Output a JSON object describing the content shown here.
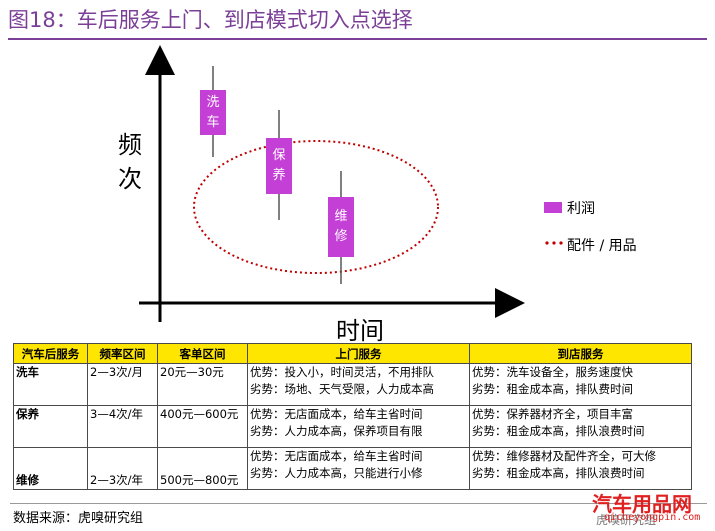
{
  "title": "图18：车后服务上门、到店模式切入点选择",
  "colors": {
    "accent": "#7b3f98",
    "bar": "#c43fd6",
    "ellipse": "#c00000",
    "header_bg": "#ffe600",
    "watermark": "#e02020"
  },
  "diagram": {
    "y_label": "频次",
    "x_label": "时间",
    "bars": [
      {
        "label_lines": [
          "洗",
          "车"
        ]
      },
      {
        "label_lines": [
          "保",
          "养"
        ]
      },
      {
        "label_lines": [
          "维",
          "修"
        ]
      }
    ],
    "legend": [
      {
        "marker": "purple-square",
        "text": "利润"
      },
      {
        "marker": "red-dots",
        "text": "配件 / 用品"
      }
    ]
  },
  "table": {
    "headers": [
      "汽车后服务",
      "频率区间",
      "客单区间",
      "上门服务",
      "到店服务"
    ],
    "rows": [
      {
        "service": "洗车",
        "frequency": "2—3次/月",
        "price": "20元—30元",
        "onsite": [
          "优势：投入小，时间灵活，不用排队",
          "劣势：场地、天气受限，人力成本高"
        ],
        "instore": [
          "优势：洗车设备全，服务速度快",
          "劣势：租金成本高，排队费时间"
        ]
      },
      {
        "service": "保养",
        "frequency": "3—4次/年",
        "price": "400元—600元",
        "onsite": [
          "优势：无店面成本，给车主省时间",
          "劣势：人力成本高，保养项目有限"
        ],
        "instore": [
          "优势：保养器材齐全，项目丰富",
          "劣势：租金成本高，排队浪费时间"
        ]
      },
      {
        "service": "维修",
        "frequency": "2—3次/年",
        "price": "500元—800元",
        "onsite": [
          "优势：无店面成本，给车主省时间",
          "劣势：人力成本高，只能进行小修"
        ],
        "instore": [
          "优势：维修器材及配件齐全，可大修",
          "劣势：租金成本高，排队浪费时间"
        ]
      }
    ]
  },
  "source": "数据来源：虎嗅研究组",
  "source_right": "虎嗅研究组",
  "watermark": {
    "cn": "汽车用品网",
    "url": "qicheyongpin.com"
  }
}
